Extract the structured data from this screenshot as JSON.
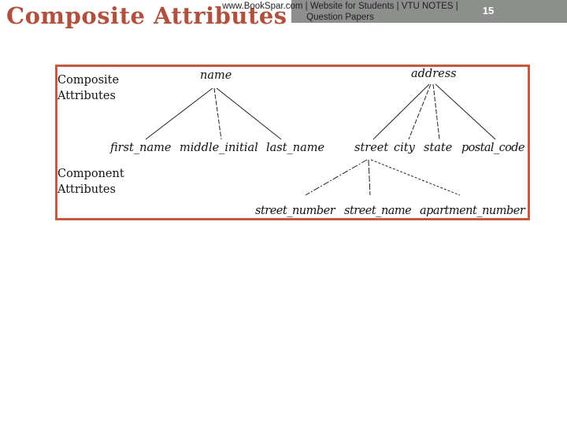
{
  "header": {
    "title": "Composite Attributes",
    "note": "www.BookSpar.com | Website for Students | VTU NOTES | Question Papers",
    "slide_number": "15"
  },
  "figure": {
    "composite_label": [
      "Composite",
      "Attributes"
    ],
    "component_label": [
      "Component",
      "Attributes"
    ],
    "name_root": "name",
    "name_children": [
      "first_name",
      "middle_initial",
      "last_name"
    ],
    "address_root": "address",
    "address_children": [
      "street",
      "city",
      "state",
      "postal_code"
    ],
    "street_children": [
      "street_number",
      "street_name",
      "apartment_number"
    ]
  },
  "colors": {
    "title": "#b0503e",
    "frame_border": "#c65941",
    "header_bar": "#8c8f8c"
  }
}
